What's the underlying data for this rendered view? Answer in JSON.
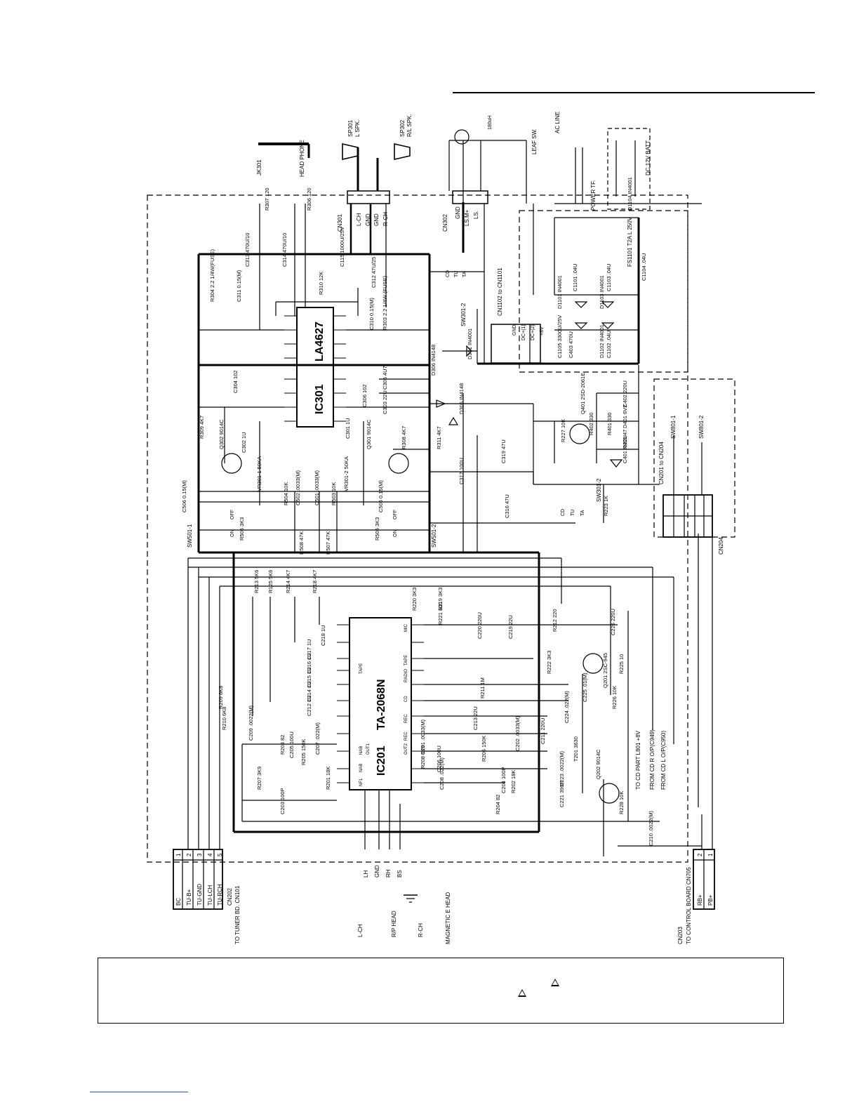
{
  "ic301": {
    "ref": "IC301",
    "part": "LA4627"
  },
  "ic201": {
    "ref": "IC201",
    "part": "TA-2068N"
  },
  "cn202": {
    "ref": "CN202",
    "dest": "TO TUNER BD. CN101",
    "pins": [
      "BC",
      "TU-B+",
      "TU-GND",
      "TU-LCH",
      "TU-RCH"
    ],
    "nums": [
      "1",
      "2",
      "3",
      "4",
      "5"
    ]
  },
  "cn203": {
    "ref": "CN203",
    "dest": "TO CONTROL BOARD CN705",
    "pins": [
      "RB+",
      "PB+"
    ],
    "nums": [
      "2",
      "1"
    ]
  },
  "cn204": {
    "ref": "CN204",
    "dest": "CN201 to CN204"
  },
  "cn301": {
    "ref": "CN301",
    "pins": [
      "L-CH",
      "GND",
      "GND",
      "R-CH"
    ]
  },
  "cn302": {
    "ref": "CN302",
    "pins": [
      "GND",
      "LS.M+",
      "LS."
    ]
  },
  "head": {
    "pins": [
      "LH",
      "GND",
      "RH",
      "BS"
    ],
    "labels": [
      "L-CH",
      "R/P HEAD",
      "R-CH",
      "MAGNETIC E HEAD"
    ]
  },
  "speakers": [
    {
      "ref": "SP301",
      "name": "L SPK."
    },
    {
      "ref": "SP302",
      "name": "R/L SPK."
    }
  ],
  "jack": {
    "ref": "JK301",
    "name": "HEAD PHONE"
  },
  "power": {
    "ac": "AC LINE",
    "tf": "POWER TF.",
    "batt": "DC 12V BATT.",
    "leaf": "LEAF SW.",
    "motor_l": "180uH",
    "fuse": "FS1101 T2A L 250V"
  },
  "cn1101": {
    "ref": "CN1101",
    "to": "CN1102 to CN1101",
    "pins": [
      "GND",
      "DC+(1)",
      "DC+(2)",
      "+8V"
    ]
  },
  "switches": {
    "sw301_2": {
      "ref": "SW301-2",
      "labels": [
        "CD",
        "TU",
        "TA"
      ]
    },
    "sw301_2b": {
      "ref": "SW301-2",
      "labels": [
        "CD",
        "TU",
        "TA"
      ]
    },
    "sw501_1": {
      "ref": "SW501-1",
      "on": "ON",
      "off": "OFF"
    },
    "sw501_2": {
      "ref": "SW501-2",
      "on": "ON",
      "off": "OFF"
    },
    "sw801": [
      "SW801-1",
      "SW801-2"
    ]
  },
  "tail_labels": [
    "TO CD PART L801 +8V",
    "FROM CD R O/P(C949)",
    "FROM CD L O/P(C950)"
  ],
  "parts": [
    "R307 120",
    "R306 120",
    "C313 470U/10",
    "C314 470U/10",
    "C115 1000U/25V",
    "C312 47U/25",
    "R304 2.2 1/4W(FUSE)",
    "C311 0.15(M)",
    "R310 12K",
    "R303 2.2 1/4W (FUSE)",
    "C310 0.15(M)",
    "C305 4U7",
    "C303 22U",
    "C306 102",
    "C304 102",
    "D306 IN4148",
    "D305 IN4148",
    "D301 IN4001",
    "Q302 9014C",
    "R309 4K7",
    "C302 1U",
    "Q301 9014C",
    "C301 1U",
    "R308 4K7",
    "VR301-1 50KA",
    "VR301-2 50KA",
    "R311 4K7",
    "C317 100U",
    "C319 47U",
    "C316 47U",
    "R504 10K",
    "C502 .0033(M)",
    "C501 .0033(M)",
    "R503 10K",
    "C506 0.15(M)",
    "C505 0.15(M)",
    "R506 3K3",
    "R505 3K3",
    "R508 47K",
    "R507 47K",
    "R223 1K",
    "R213 5K6",
    "R125 5K6",
    "R214 4K7",
    "R218 4K7",
    "R220 3K3",
    "R219 3K3",
    "R221 100",
    "C218 1U",
    "C217 1U",
    "C216 1U",
    "C215 1U",
    "C214 1U",
    "C212 1U",
    "C220 220U",
    "C219 22U",
    "R222 3K3",
    "R211 1M",
    "C213 22U",
    "C211 220U",
    "R212 220",
    "C226 220U",
    "R225 10",
    "Q201 2SC-945",
    "C225 .01(M)",
    "R226 10K",
    "C224 .022(M)",
    "T201 3630",
    "C223 .0022(M)",
    "Q202 9014C",
    "C221 390P",
    "R228 10K",
    "R209 6K8",
    "R210 6K8",
    "C209 .0022(M)",
    "R203 82",
    "C205 100U",
    "R205 150K",
    "C207 .022(M)",
    "R207 3K9",
    "R201 18K",
    "C203 100P",
    "C201 .0033(M)",
    "R208 3K9",
    "R206 150K",
    "C206 100U",
    "C208 .022(M)",
    "C204 100P",
    "R202 18K",
    "R204 82",
    "C202 .0033(M)",
    "C210 .0022(M)",
    "R227 10K",
    "Q401 2SD-2061E",
    "R402 330",
    "R401 330",
    "R403 47",
    "D401 6V2",
    "C402 220U",
    "C401 .022U",
    "C403 470U",
    "C1101 .04U",
    "C1102 .04U",
    "C1103 .04U",
    "C1104 .04U",
    "C1105 3300U/25V",
    "D1101 IN4001",
    "D1102 IN4001",
    "D1103 IN4001",
    "D1104 IN4001"
  ],
  "ic201_pins": [
    "MIC",
    "TAPE",
    "RADIO",
    "CD",
    "TAPE",
    "REC",
    "NAB",
    "NAB",
    "NF1",
    "OUT1",
    "OUT2",
    "REC"
  ],
  "note": {
    "line1": "",
    "line2": ""
  }
}
